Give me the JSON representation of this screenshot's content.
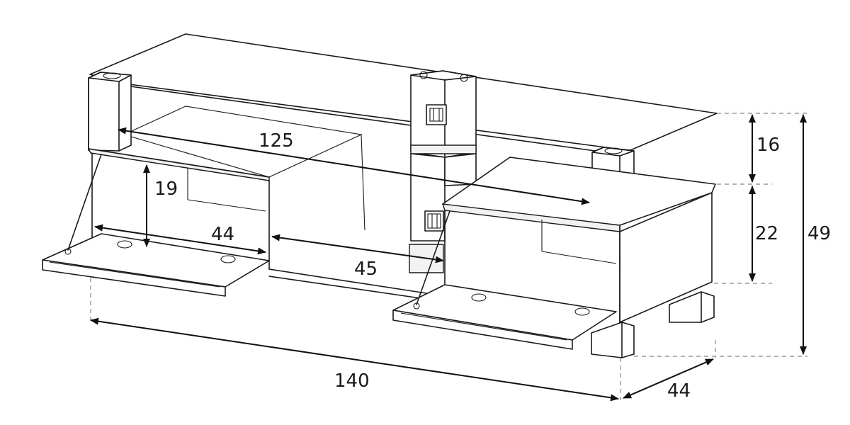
{
  "dimensions": {
    "top_glass_width": "125",
    "compartment_height": "19",
    "compartment_width": "44",
    "middle_opening": "45",
    "total_width": "140",
    "depth": "44",
    "upper_height": "16",
    "lower_height": "22",
    "total_height": "49"
  },
  "colors": {
    "line": "#1a1a1a",
    "dashed": "#9a9a9a",
    "background": "#ffffff"
  }
}
